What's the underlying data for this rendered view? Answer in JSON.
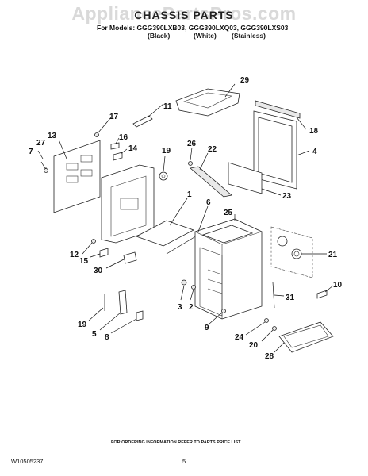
{
  "watermark": "AppliancePartsPros.com",
  "title": "CHASSIS PARTS",
  "models_line": "For Models: GGG390LXB03, GGG390LXQ03, GGG390LXS03",
  "variants": [
    "(Black)",
    "(White)",
    "(Stainless)"
  ],
  "callouts": [
    "29",
    "11",
    "17",
    "18",
    "13",
    "16",
    "7",
    "27",
    "14",
    "19",
    "26",
    "22",
    "4",
    "23",
    "1",
    "6",
    "25",
    "12",
    "15",
    "30",
    "21",
    "10",
    "31",
    "3",
    "2",
    "9",
    "24",
    "20",
    "28",
    "19",
    "5",
    "8"
  ],
  "footer": {
    "note": "FOR ORDERING INFORMATION REFER TO PARTS PRICE LIST",
    "code": "W10505237",
    "page": "5"
  }
}
